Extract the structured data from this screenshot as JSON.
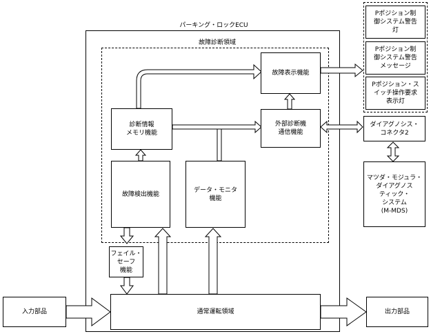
{
  "ecu_title": "パーキング・ロックECU",
  "diag_area_title": "故障診断領域",
  "boxes": {
    "fault_display": "故障表示機能",
    "diag_memory": "診断情報\nメモリ機能",
    "ext_diag_comm": "外部診断機\n通信機能",
    "fault_detect": "故障検出機能",
    "data_monitor": "データ・モニタ\n機能",
    "fail_safe": "フェイル・\nセーフ\n機能",
    "normal_area": "通常運転領域",
    "input_parts": "入力部品",
    "output_parts": "出力部品",
    "p_warning_lamp": "Pポジション制\n御システム警告\n灯",
    "p_warning_msg": "Pポジション制\n御システム警告\nメッセージ",
    "p_switch_lamp": "Pポジション・ス\nイッチ操作要求\n表示灯",
    "diag_connector": "ダイアグノシス・\nコネクタ2",
    "mmds": "マツダ・モジュラ・\nダイアグノス\nティック・\nシステム\n(M-MDS)"
  }
}
